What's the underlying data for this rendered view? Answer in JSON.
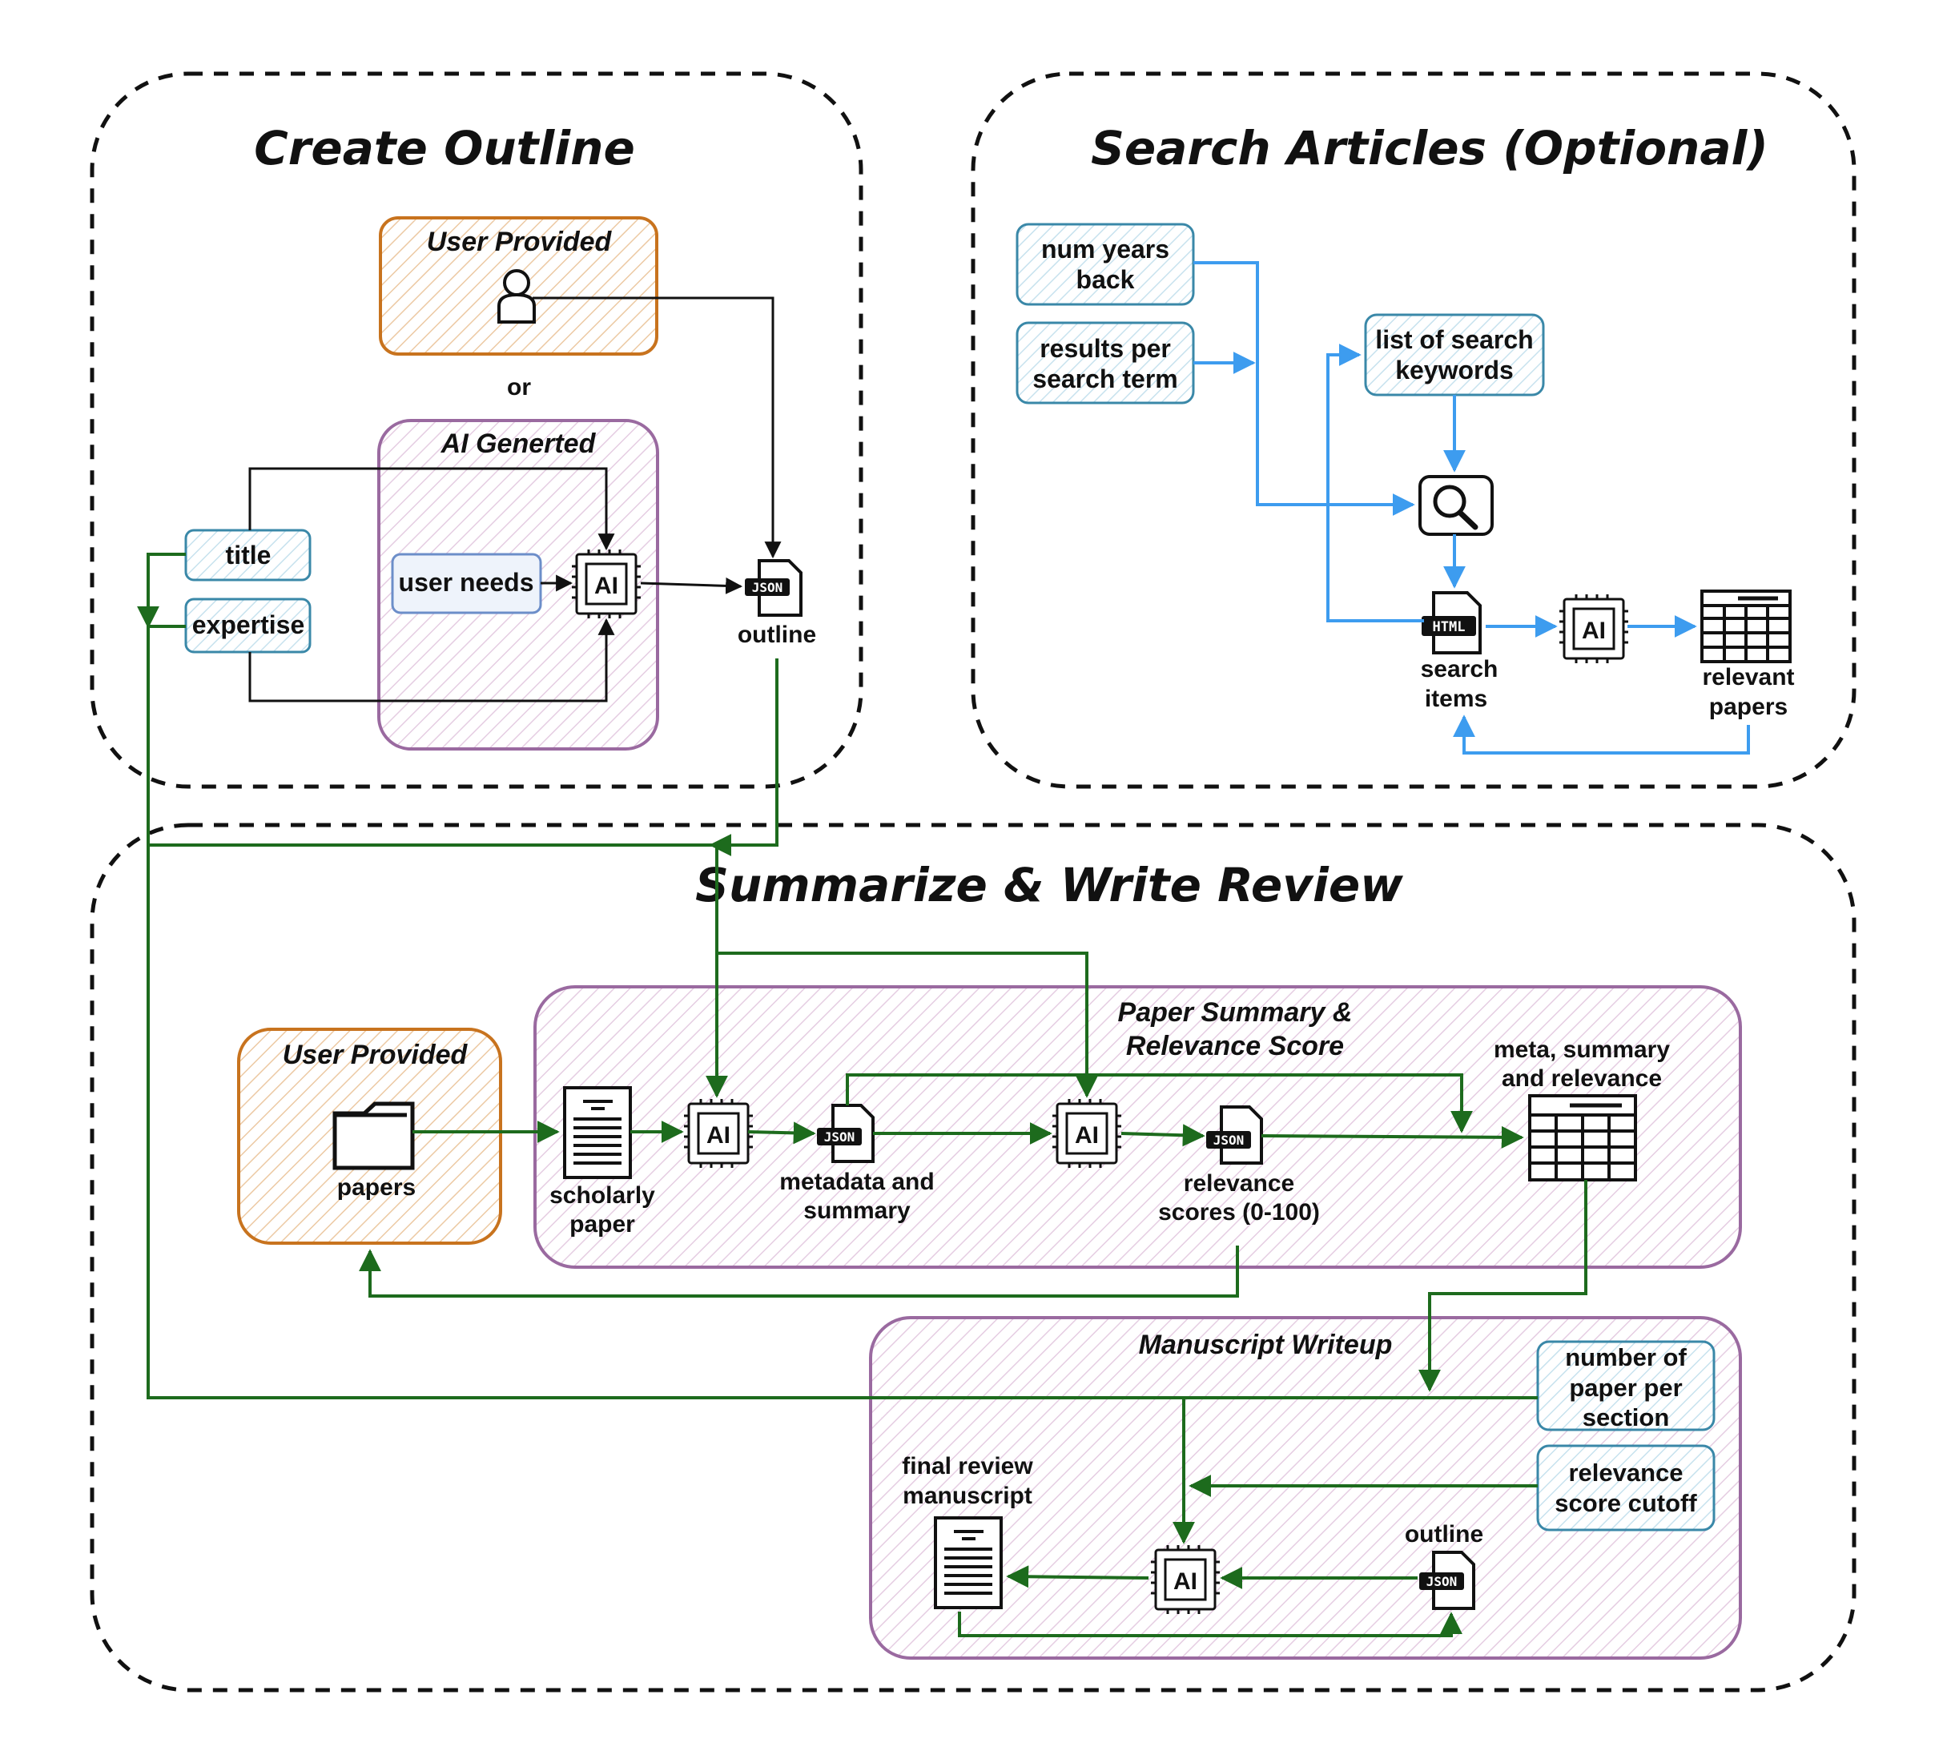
{
  "sections": {
    "create_outline": "Create Outline",
    "search_articles": "Search Articles (Optional)",
    "summarize_review": "Summarize & Write Review"
  },
  "create_outline": {
    "user_provided": "User Provided",
    "or": "or",
    "ai_generated": "AI Generted",
    "title": "title",
    "expertise": "expertise",
    "user_needs": "user needs",
    "outline": "outline"
  },
  "search": {
    "num_years_back": [
      "num years",
      "back"
    ],
    "results_per_term": [
      "results per",
      "search term"
    ],
    "keywords": [
      "list of search",
      "keywords"
    ],
    "search_items": [
      "search",
      "items"
    ],
    "relevant_papers": [
      "relevant",
      "papers"
    ]
  },
  "summarize": {
    "user_provided": "User Provided",
    "papers": "papers",
    "paper_summary_group": [
      "Paper Summary &",
      "Relevance Score"
    ],
    "scholarly_paper": [
      "scholarly",
      "paper"
    ],
    "metadata_summary": [
      "metadata and",
      "summary"
    ],
    "relevance_scores": [
      "relevance",
      "scores (0-100)"
    ],
    "meta_summary_relevance": [
      "meta, summary",
      "and relevance"
    ],
    "manuscript_group": "Manuscript Writeup",
    "number_per_section": [
      "number of",
      "paper per",
      "section"
    ],
    "relevance_cutoff": [
      "relevance",
      "score cutoff"
    ],
    "final_manuscript": [
      "final review",
      "manuscript"
    ],
    "outline": "outline"
  },
  "icons": {
    "ai_chip": "AI",
    "json_file": "JSON",
    "html_file": "HTML"
  },
  "colors": {
    "orange": "#c8731e",
    "purple": "#9a6aa0",
    "blue_box": "#3a88a8",
    "green_flow": "#1d6b1d",
    "blue_flow": "#3d9cef",
    "black": "#111111"
  }
}
